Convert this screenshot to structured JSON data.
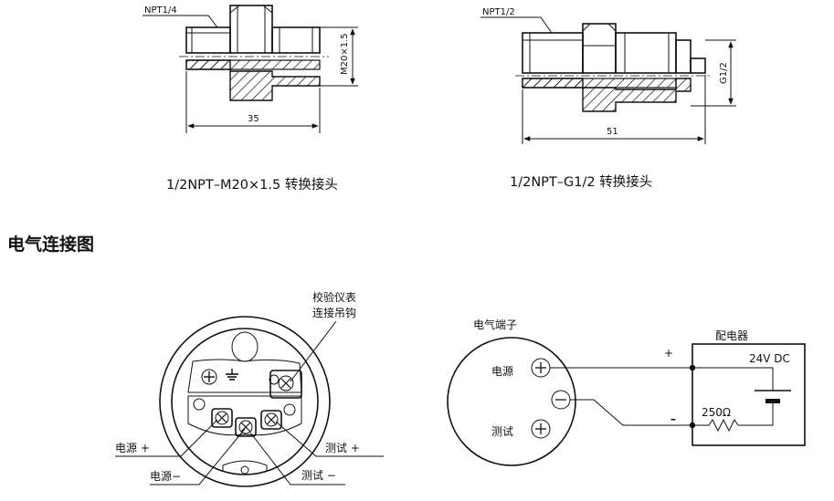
{
  "fitting_left": {
    "thread_label": "NPT1/4",
    "side_dim": "M20×1.5",
    "length_dim": "35",
    "caption": "1/2NPT–M20×1.5 转换接头"
  },
  "fitting_right": {
    "thread_label": "NPT1/2",
    "side_dim": "G1/2",
    "length_dim": "51",
    "caption": "1/2NPT–G1/2 转换接头"
  },
  "section_title": "电气连接图",
  "terminal_block": {
    "hook_label_line1": "校验仪表",
    "hook_label_line2": "连接吊钩",
    "power_plus": "电源 +",
    "power_minus": "电源−",
    "test_plus": "测试 +",
    "test_minus": "测试 −"
  },
  "wiring": {
    "terminal_title": "电气端子",
    "power_label": "电源",
    "test_label": "测试",
    "distributor_title": "配电器",
    "supply": "24V DC",
    "resistor": "250Ω",
    "plus_sign": "+",
    "minus_sign": "–"
  }
}
